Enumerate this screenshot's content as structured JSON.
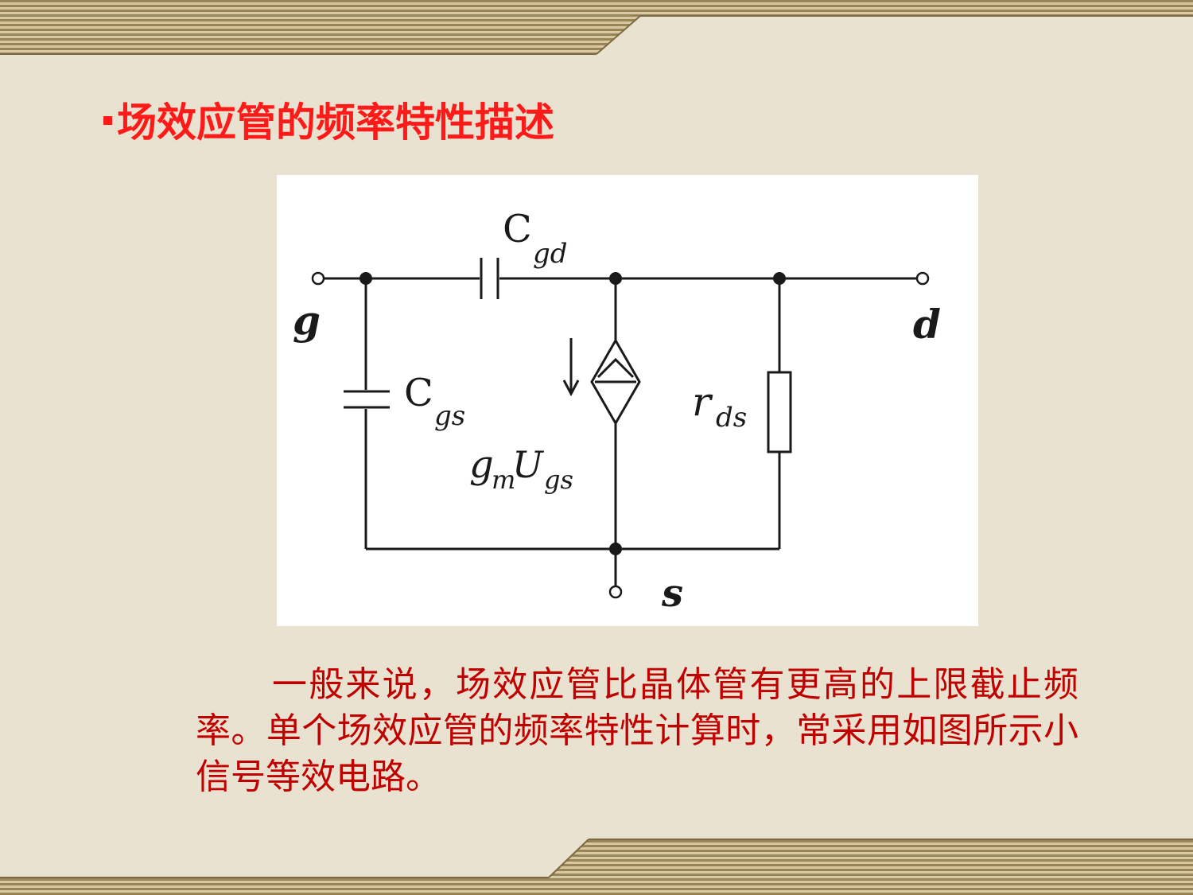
{
  "slide": {
    "title": "场效应管的频率特性描述",
    "body": "一般来说，场效应管比晶体管有更高的上限截止频率。单个场效应管的频率特性计算时，常采用如图所示小信号等效电路。",
    "colors": {
      "background": "#e9e2d0",
      "title": "#ff1a1a",
      "body": "#c00000",
      "band_dark": "#9a8456",
      "band_light": "#d6c9a4"
    }
  },
  "circuit": {
    "labels": {
      "gate": "g",
      "drain": "d",
      "source": "s",
      "cgd_main": "C",
      "cgd_sub": "gd",
      "cgs_main": "C",
      "cgs_sub": "gs",
      "rds_main": "r",
      "rds_sub": "ds",
      "gm_main": "g",
      "gm_sub1": "m",
      "gm_mid": "U",
      "gm_sub2": "gs"
    }
  }
}
